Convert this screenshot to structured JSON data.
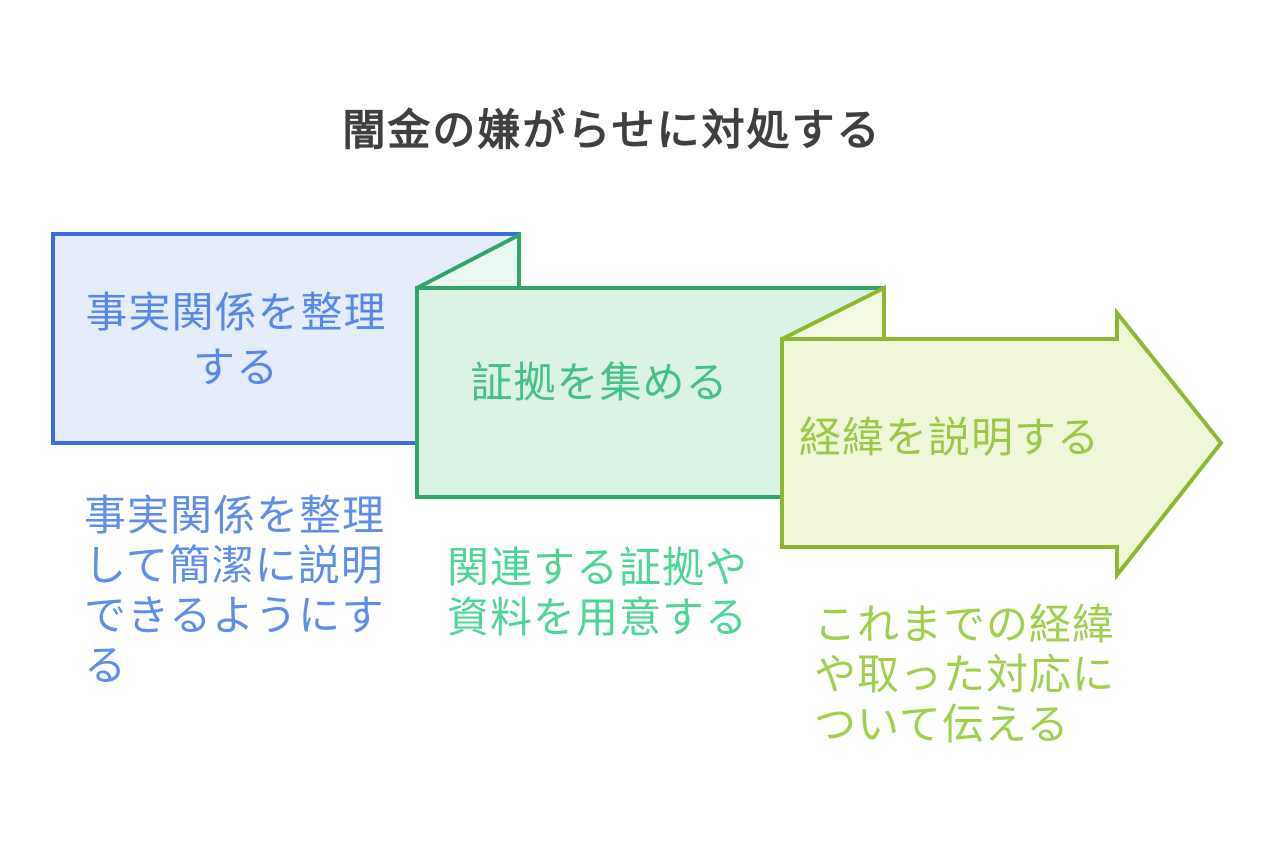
{
  "title": "闇金の嫌がらせに対処する",
  "title_color": "#3f3f3f",
  "background_color": "#ffffff",
  "steps": [
    {
      "title": "事実関係を整理する",
      "title_lines": [
        "事実関係を整理",
        "する"
      ],
      "description": "事実関係を整理して簡潔に説明できるようにする",
      "description_lines": [
        "事実関係を整理",
        "して簡潔に説明",
        "できるようにす",
        "る"
      ],
      "shape": "rectangle",
      "colors": {
        "border": "#3a6ed8",
        "fill": "#e5edfb",
        "title_text": "#5688e8",
        "description_text": "#5e8eea"
      }
    },
    {
      "title": "証拠を集める",
      "title_lines": [
        "証拠を集める"
      ],
      "description": "関連する証拠や資料を用意する",
      "description_lines": [
        "関連する証拠や",
        "資料を用意する"
      ],
      "shape": "folded-rectangle",
      "colors": {
        "border": "#2fa76b",
        "fill": "#daf3e5",
        "fold_fill": "#e9f9f1",
        "title_text": "#44c187",
        "description_text": "#4fd694"
      }
    },
    {
      "title": "経緯を説明する",
      "title_lines": [
        "経緯を説明する"
      ],
      "description": "これまでの経緯や取った対応について伝える",
      "description_lines": [
        "これまでの経緯",
        "や取った対応に",
        "ついて伝える"
      ],
      "shape": "folded-arrow",
      "colors": {
        "border": "#8cb72f",
        "fill": "#eff7d8",
        "fold_fill": "#f3f9e0",
        "title_text": "#9cc847",
        "description_text": "#9ed04c"
      }
    }
  ]
}
